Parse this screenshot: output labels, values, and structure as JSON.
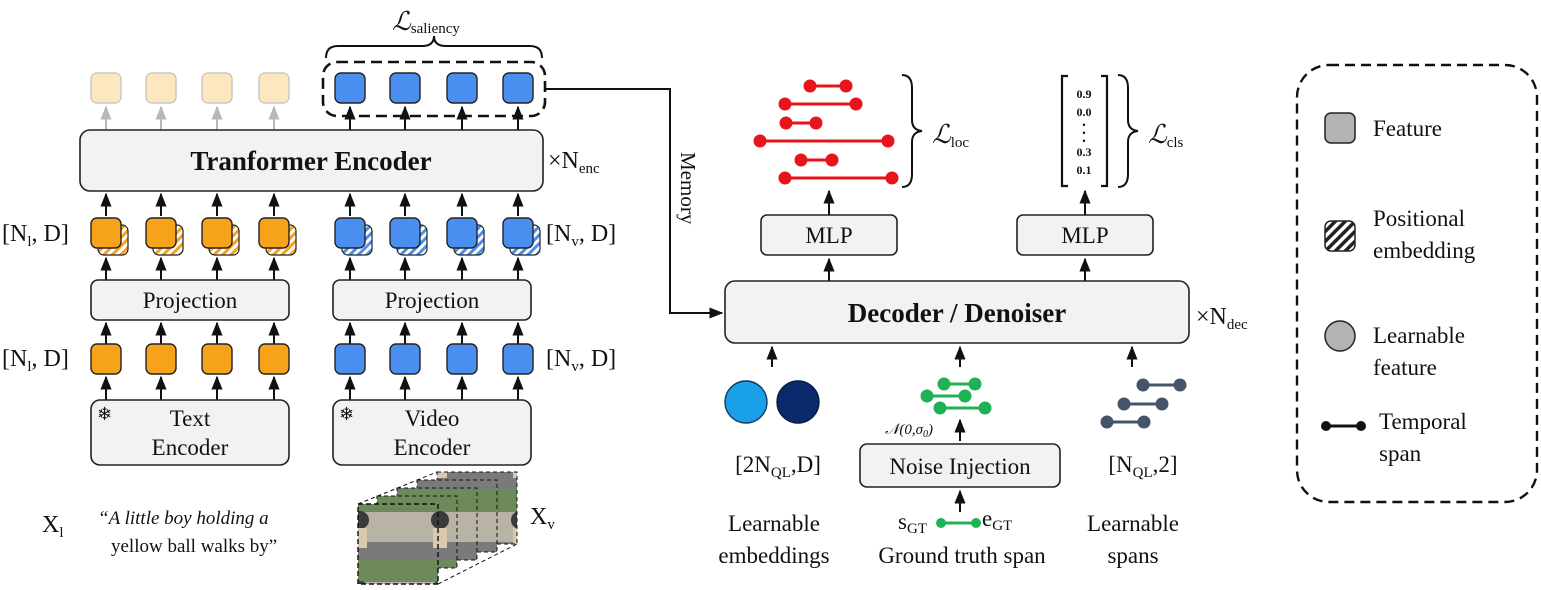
{
  "colors": {
    "text_token": "#f7a21b",
    "video_token": "#4a8ef0",
    "pale_token": "#fde7c0",
    "loc_span": "#e8141c",
    "gt_span": "#1fb254",
    "learnable_span": "#44546a",
    "query_light": "#1aa0e8",
    "query_dark": "#0b2a6b"
  },
  "encoder": {
    "transformer_label": "Tranformer Encoder",
    "times_enc": "×N",
    "times_enc_sub": "enc",
    "saliency_loss": "ℒ",
    "saliency_loss_sub": "saliency",
    "text_proj_label": "Projection",
    "video_proj_label": "Projection",
    "text_encoder_line1": "Text",
    "text_encoder_line2": "Encoder",
    "video_encoder_line1": "Video",
    "video_encoder_line2": "Encoder",
    "frozen_icon": "❄",
    "text_shape_main": "[N",
    "text_shape_sub": "l",
    "text_shape_tail": ", D]",
    "video_shape_main": "[N",
    "video_shape_sub": "v",
    "video_shape_tail": ", D]"
  },
  "inputs": {
    "text_var": "X",
    "text_var_sub": "l",
    "query_line1": "“A little boy holding a",
    "query_line2": "yellow ball walks by”",
    "video_var": "X",
    "video_var_sub": "v"
  },
  "memory_label": "Memory",
  "decoder": {
    "label": "Decoder / Denoiser",
    "times_dec": "×N",
    "times_dec_sub": "dec",
    "mlp_left": "MLP",
    "mlp_right": "MLP",
    "loc_loss": "ℒ",
    "loc_loss_sub": "loc",
    "cls_loss": "ℒ",
    "cls_loss_sub": "cls",
    "cls_scores": [
      "0.9",
      "0.0",
      "•",
      "•",
      "•",
      "0.3",
      "0.1"
    ]
  },
  "queries": {
    "embed_shape_main": "[2N",
    "embed_shape_sub": "QL",
    "embed_shape_tail": ",D]",
    "embed_caption_line1": "Learnable",
    "embed_caption_line2": "embeddings",
    "noise_label": "Noise Injection",
    "noise_dist": "𝒩(0,σ",
    "noise_dist_sub": "0",
    "noise_dist_tail": ")",
    "gt_start": "s",
    "gt_start_sub": "GT",
    "gt_end": "e",
    "gt_end_sub": "GT",
    "gt_caption": "Ground truth span",
    "span_shape_main": "[N",
    "span_shape_sub": "QL",
    "span_shape_tail": ",2]",
    "span_caption_line1": "Learnable",
    "span_caption_line2": "spans"
  },
  "legend": {
    "feature": "Feature",
    "pos_line1": "Positional",
    "pos_line2": "embedding",
    "learn_line1": "Learnable",
    "learn_line2": "feature",
    "span_line1": "Temporal",
    "span_line2": "span"
  }
}
